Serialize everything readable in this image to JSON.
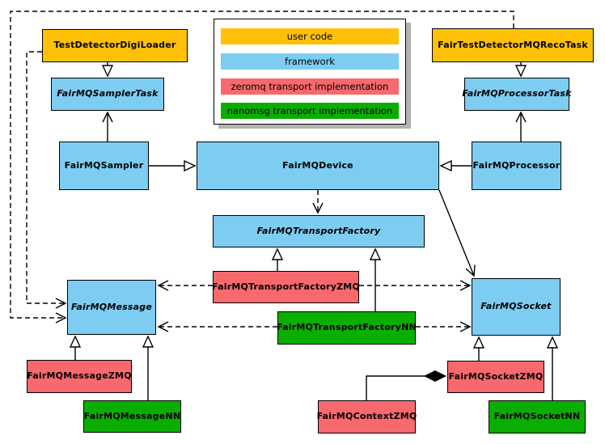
{
  "legend": {
    "items": [
      {
        "label": "user code",
        "color": "#FFC107"
      },
      {
        "label": "framework",
        "color": "#7CCDF1"
      },
      {
        "label": "zeromq transport implementation",
        "color": "#F8696D"
      },
      {
        "label": "nanomsg transport implementation",
        "color": "#0AAE00"
      }
    ]
  },
  "colors": {
    "user_code": "#FFC107",
    "framework": "#7CCDF1",
    "zeromq": "#F8696D",
    "nanomsg": "#0AAE00",
    "line": "#000000",
    "background": "#ffffff"
  },
  "nodes": {
    "digi_loader": {
      "label": "TestDetectorDigiLoader",
      "category": "user code",
      "abstract": false
    },
    "sampler_task": {
      "label": "FairMQSamplerTask",
      "category": "framework",
      "abstract": true
    },
    "sampler": {
      "label": "FairMQSampler",
      "category": "framework",
      "abstract": false
    },
    "device": {
      "label": "FairMQDevice",
      "category": "framework",
      "abstract": false
    },
    "reco_task": {
      "label": "FairTestDetectorMQRecoTask",
      "category": "user code",
      "abstract": false
    },
    "processor_task": {
      "label": "FairMQProcessorTask",
      "category": "framework",
      "abstract": true
    },
    "processor": {
      "label": "FairMQProcessor",
      "category": "framework",
      "abstract": false
    },
    "transport_factory": {
      "label": "FairMQTransportFactory",
      "category": "framework",
      "abstract": true
    },
    "transport_factory_zmq": {
      "label": "FairMQTransportFactoryZMQ",
      "category": "zeromq",
      "abstract": false
    },
    "transport_factory_nn": {
      "label": "FairMQTransportFactoryNN",
      "category": "nanomsg",
      "abstract": false
    },
    "message": {
      "label": "FairMQMessage",
      "category": "framework",
      "abstract": true
    },
    "socket": {
      "label": "FairMQSocket",
      "category": "framework",
      "abstract": true
    },
    "message_zmq": {
      "label": "FairMQMessageZMQ",
      "category": "zeromq",
      "abstract": false
    },
    "message_nn": {
      "label": "FairMQMessageNN",
      "category": "nanomsg",
      "abstract": false
    },
    "socket_zmq": {
      "label": "FairMQSocketZMQ",
      "category": "zeromq",
      "abstract": false
    },
    "context_zmq": {
      "label": "FairMQContextZMQ",
      "category": "zeromq",
      "abstract": false
    },
    "socket_nn": {
      "label": "FairMQSocketNN",
      "category": "nanomsg",
      "abstract": false
    }
  },
  "edges": [
    {
      "from": "digi_loader",
      "to": "sampler_task",
      "style": "solid",
      "head": "hollow-triangle"
    },
    {
      "from": "sampler",
      "to": "sampler_task",
      "style": "solid",
      "head": "open-arrow"
    },
    {
      "from": "sampler",
      "to": "device",
      "style": "solid",
      "head": "hollow-triangle"
    },
    {
      "from": "reco_task",
      "to": "processor_task",
      "style": "solid",
      "head": "hollow-triangle"
    },
    {
      "from": "processor",
      "to": "processor_task",
      "style": "solid",
      "head": "open-arrow"
    },
    {
      "from": "processor",
      "to": "device",
      "style": "solid",
      "head": "hollow-triangle"
    },
    {
      "from": "device",
      "to": "transport_factory",
      "style": "dashed",
      "head": "open-arrow"
    },
    {
      "from": "device",
      "to": "socket",
      "style": "solid",
      "head": "open-arrow"
    },
    {
      "from": "transport_factory_zmq",
      "to": "transport_factory",
      "style": "solid",
      "head": "hollow-triangle"
    },
    {
      "from": "transport_factory_nn",
      "to": "transport_factory",
      "style": "solid",
      "head": "hollow-triangle"
    },
    {
      "from": "transport_factory_zmq",
      "to": "message",
      "style": "dashed",
      "head": "open-arrow"
    },
    {
      "from": "transport_factory_zmq",
      "to": "socket",
      "style": "dashed",
      "head": "open-arrow"
    },
    {
      "from": "transport_factory_nn",
      "to": "message",
      "style": "dashed",
      "head": "open-arrow"
    },
    {
      "from": "transport_factory_nn",
      "to": "socket",
      "style": "dashed",
      "head": "open-arrow"
    },
    {
      "from": "message_zmq",
      "to": "message",
      "style": "solid",
      "head": "hollow-triangle"
    },
    {
      "from": "message_nn",
      "to": "message",
      "style": "solid",
      "head": "hollow-triangle"
    },
    {
      "from": "socket_zmq",
      "to": "socket",
      "style": "solid",
      "head": "hollow-triangle"
    },
    {
      "from": "socket_nn",
      "to": "socket",
      "style": "solid",
      "head": "hollow-triangle"
    },
    {
      "from": "context_zmq",
      "to": "socket_zmq",
      "style": "solid",
      "head": "filled-diamond"
    },
    {
      "from": "digi_loader",
      "to": "message",
      "style": "dashed",
      "head": "open-arrow"
    },
    {
      "from": "reco_task",
      "to": "message",
      "style": "dashed",
      "head": "open-arrow"
    }
  ]
}
